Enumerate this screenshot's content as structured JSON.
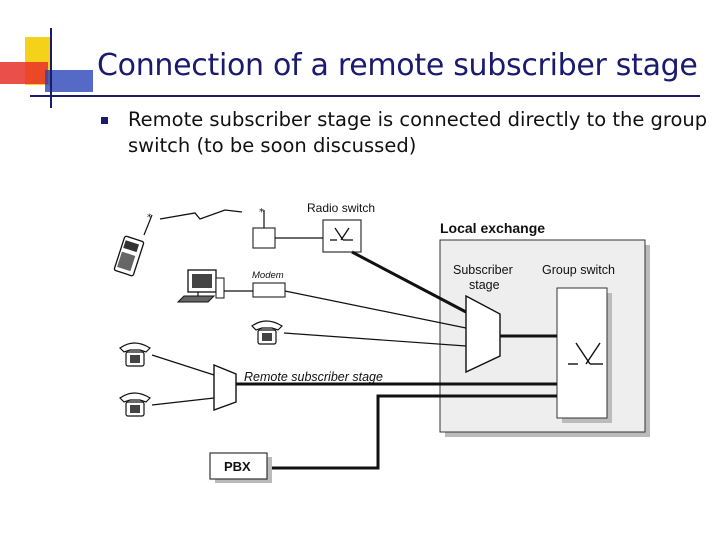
{
  "slide": {
    "title": "Connection of a remote subscriber stage",
    "bullets": [
      {
        "text": "Remote subscriber stage is connected directly to the group switch (to be soon discussed)"
      }
    ]
  },
  "figure": {
    "labels": {
      "radio_switch": "Radio switch",
      "local_exchange": "Local exchange",
      "subscriber_stage_line1": "Subscriber",
      "subscriber_stage_line2": "stage",
      "group_switch": "Group switch",
      "modem": "Modem",
      "remote_subscriber_stage": "Remote subscriber stage",
      "pbx": "PBX"
    }
  },
  "colors": {
    "title": "#1a1a6e",
    "bullet": "#1a1a6e",
    "accent_yellow": "#f5d21a",
    "accent_red": "#e8302a",
    "accent_blue": "#2a44b8"
  }
}
